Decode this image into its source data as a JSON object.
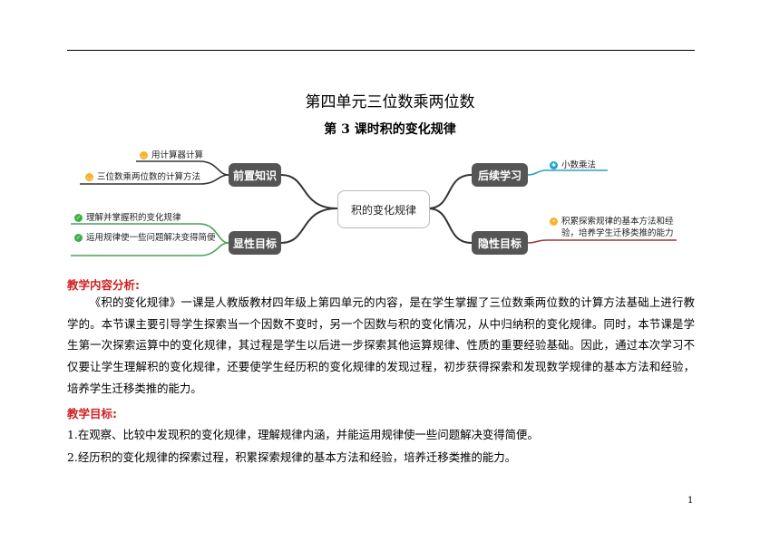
{
  "header": {
    "title": "第四单元三位数乘两位数",
    "subtitle": "第 3 课时积的变化规律"
  },
  "mindmap": {
    "center": "积的变化规律",
    "branches": {
      "prior": {
        "label": "前置知识",
        "color": "#555555",
        "items": [
          "用计算器计算",
          "三位数乘两位数的计算方法"
        ],
        "item_icon": "smile-icon",
        "line_color": "#333333"
      },
      "explicit": {
        "label": "显性目标",
        "color": "#555555",
        "items": [
          "理解并掌握积的变化规律",
          "运用规律使一些问题解决变得简便"
        ],
        "item_icon": "check-icon",
        "line_color": "#4aa05a"
      },
      "follow": {
        "label": "后续学习",
        "color": "#555555",
        "items": [
          "小数乘法"
        ],
        "item_icon": "star-icon",
        "line_color": "#2aa0c8"
      },
      "implicit": {
        "label": "隐性目标",
        "color": "#555555",
        "items": [
          "积累探索规律的基本方法和经验，培养学生迁移类推的能力"
        ],
        "item_icon": "bulb-icon",
        "line_color": "#9a3a30"
      }
    }
  },
  "analysis": {
    "heading": "教学内容分析:",
    "text": "《积的变化规律》一课是人教版教材四年级上第四单元的内容，是在学生掌握了三位数乘两位数的计算方法基础上进行教学的。本节课主要引导学生探索当一个因数不变时，另一个因数与积的变化情况，从中归纳积的变化规律。同时，本节课是学生第一次探索运算中的变化规律，其过程是学生以后进一步探索其他运算规律、性质的重要经验基础。因此，通过本次学习不仅要让学生理解积的变化规律，还要使学生经历积的变化规律的发现过程，初步获得探索和发现数学规律的基本方法和经验，培养学生迁移类推的能力。"
  },
  "goals": {
    "heading": "教学目标:",
    "items": [
      "1.在观察、比较中发现积的变化规律，理解规律内涵，并能运用规律使一些问题解决变得简便。",
      "2.经历积的变化规律的探索过程，积累探索规律的基本方法和经验，培养迁移类推的能力。"
    ]
  },
  "footer": {
    "page_number": "1"
  },
  "colors": {
    "heading_red": "#d02020",
    "node_gray": "#555555"
  }
}
